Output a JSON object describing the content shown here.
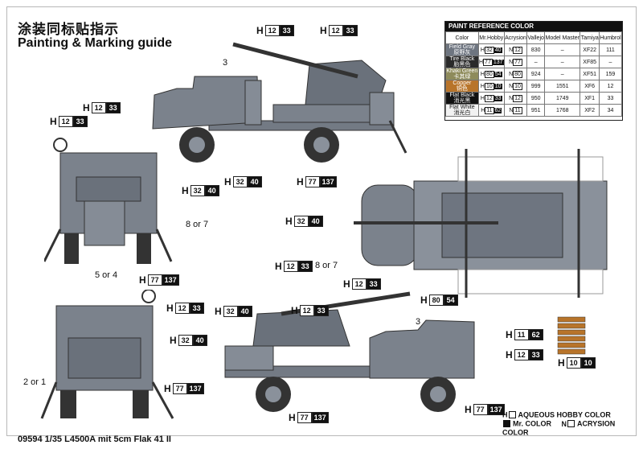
{
  "title_cn": "涂装同标贴指示",
  "title_en": "Painting & Marking guide",
  "footer": "09594 1/35 L4500A mit 5cm Flak 41 II",
  "table": {
    "title": "PAINT REFERENCE COLOR",
    "columns": [
      "Color",
      "Mr.Hobby",
      "Acrysion",
      "Vallejo",
      "Model Master",
      "Tamiya",
      "Humbrol"
    ],
    "rows": [
      {
        "en": "Field Gray",
        "cn": "原野灰",
        "swatch": "#6e7580",
        "text": "#fff",
        "h": [
          "32",
          "40"
        ],
        "n": "12",
        "vallejo": "830",
        "mm": "–",
        "tamiya": "XF22",
        "humbrol": "111"
      },
      {
        "en": "Tire Black",
        "cn": "胎黑色",
        "swatch": "#2a2a2a",
        "text": "#fff",
        "h": [
          "77",
          "137"
        ],
        "n": "77",
        "vallejo": "–",
        "mm": "–",
        "tamiya": "XF85",
        "humbrol": "–"
      },
      {
        "en": "Khaki Green",
        "cn": "卡其绿",
        "swatch": "#8e8b5b",
        "text": "#fff",
        "h": [
          "80",
          "54"
        ],
        "n": "80",
        "vallejo": "924",
        "mm": "–",
        "tamiya": "XF51",
        "humbrol": "159"
      },
      {
        "en": "Copper",
        "cn": "铜色",
        "swatch": "#b8742a",
        "text": "#fff",
        "h": [
          "10",
          "10"
        ],
        "n": "10",
        "vallejo": "999",
        "mm": "1551",
        "tamiya": "XF6",
        "humbrol": "12"
      },
      {
        "en": "Flat Black",
        "cn": "消光黑",
        "swatch": "#111111",
        "text": "#fff",
        "h": [
          "12",
          "33"
        ],
        "n": "12",
        "vallejo": "950",
        "mm": "1749",
        "tamiya": "XF1",
        "humbrol": "33"
      },
      {
        "en": "Flat White",
        "cn": "消光白",
        "swatch": "#f2f2f2",
        "text": "#111",
        "h": [
          "11",
          "62"
        ],
        "n": "11",
        "vallejo": "951",
        "mm": "1768",
        "tamiya": "XF2",
        "humbrol": "34"
      }
    ]
  },
  "callouts": {
    "c1": {
      "p": "H",
      "a": "12",
      "b": "33"
    },
    "c2": {
      "p": "H",
      "a": "12",
      "b": "33"
    },
    "c3": {
      "p": "H",
      "a": "12",
      "b": "33"
    },
    "c4": {
      "p": "H",
      "a": "12",
      "b": "33"
    },
    "c5": {
      "p": "H",
      "a": "32",
      "b": "40"
    },
    "c6": {
      "p": "H",
      "a": "32",
      "b": "40"
    },
    "c7": {
      "p": "H",
      "a": "77",
      "b": "137"
    },
    "c8": {
      "p": "H",
      "a": "32",
      "b": "40"
    },
    "c9": {
      "p": "H",
      "a": "77",
      "b": "137"
    },
    "c10": {
      "p": "H",
      "a": "12",
      "b": "33"
    },
    "c11": {
      "p": "H",
      "a": "80",
      "b": "54"
    },
    "c12": {
      "p": "H",
      "a": "12",
      "b": "33"
    },
    "c13": {
      "p": "H",
      "a": "32",
      "b": "40"
    },
    "c14": {
      "p": "H",
      "a": "12",
      "b": "33"
    },
    "c15": {
      "p": "H",
      "a": "12",
      "b": "33"
    },
    "c16": {
      "p": "H",
      "a": "32",
      "b": "40"
    },
    "c17": {
      "p": "H",
      "a": "77",
      "b": "137"
    },
    "c18": {
      "p": "H",
      "a": "77",
      "b": "137"
    },
    "c19": {
      "p": "H",
      "a": "77",
      "b": "137"
    },
    "c20": {
      "p": "H",
      "a": "11",
      "b": "62"
    },
    "c21": {
      "p": "H",
      "a": "12",
      "b": "33"
    },
    "c22": {
      "p": "H",
      "a": "10",
      "b": "10"
    }
  },
  "labels": {
    "n3a": "3",
    "n3b": "3",
    "eight1": "8 or 7",
    "eight2": "8 or 7",
    "five": "5 or 4",
    "two": "2 or 1"
  },
  "legend": {
    "h_mark": "H",
    "h_text": "AQUEOUS HOBBY COLOR",
    "mr_text": "Mr. COLOR",
    "n_mark": "N",
    "n_text": "ACRYSION COLOR"
  }
}
